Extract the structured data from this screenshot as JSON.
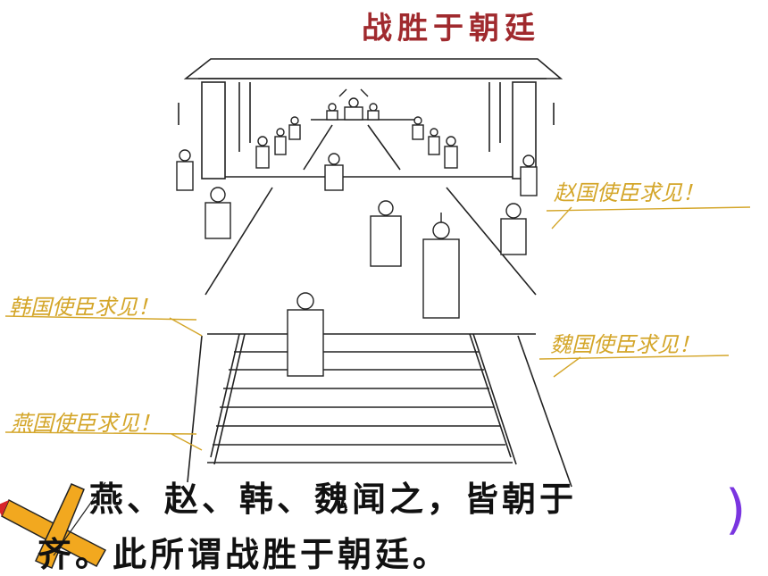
{
  "title": "战胜于朝廷",
  "speech": {
    "zhao": "赵国使臣求见！",
    "han": "韩国使臣求见！",
    "wei": "魏国使臣求见！",
    "yan": "燕国使臣求见！"
  },
  "caption": {
    "line1": "燕、赵、韩、魏闻之，皆朝于",
    "line2": "齐。此所谓战胜于朝廷。"
  },
  "decor": {
    "bracket": ")"
  },
  "colors": {
    "title": "#a02a2e",
    "speech": "#d4a62a",
    "caption": "#111111",
    "bracket": "#7a35e0",
    "pencil_body": "#f2a81f",
    "pencil_tip": "#d8242a"
  }
}
